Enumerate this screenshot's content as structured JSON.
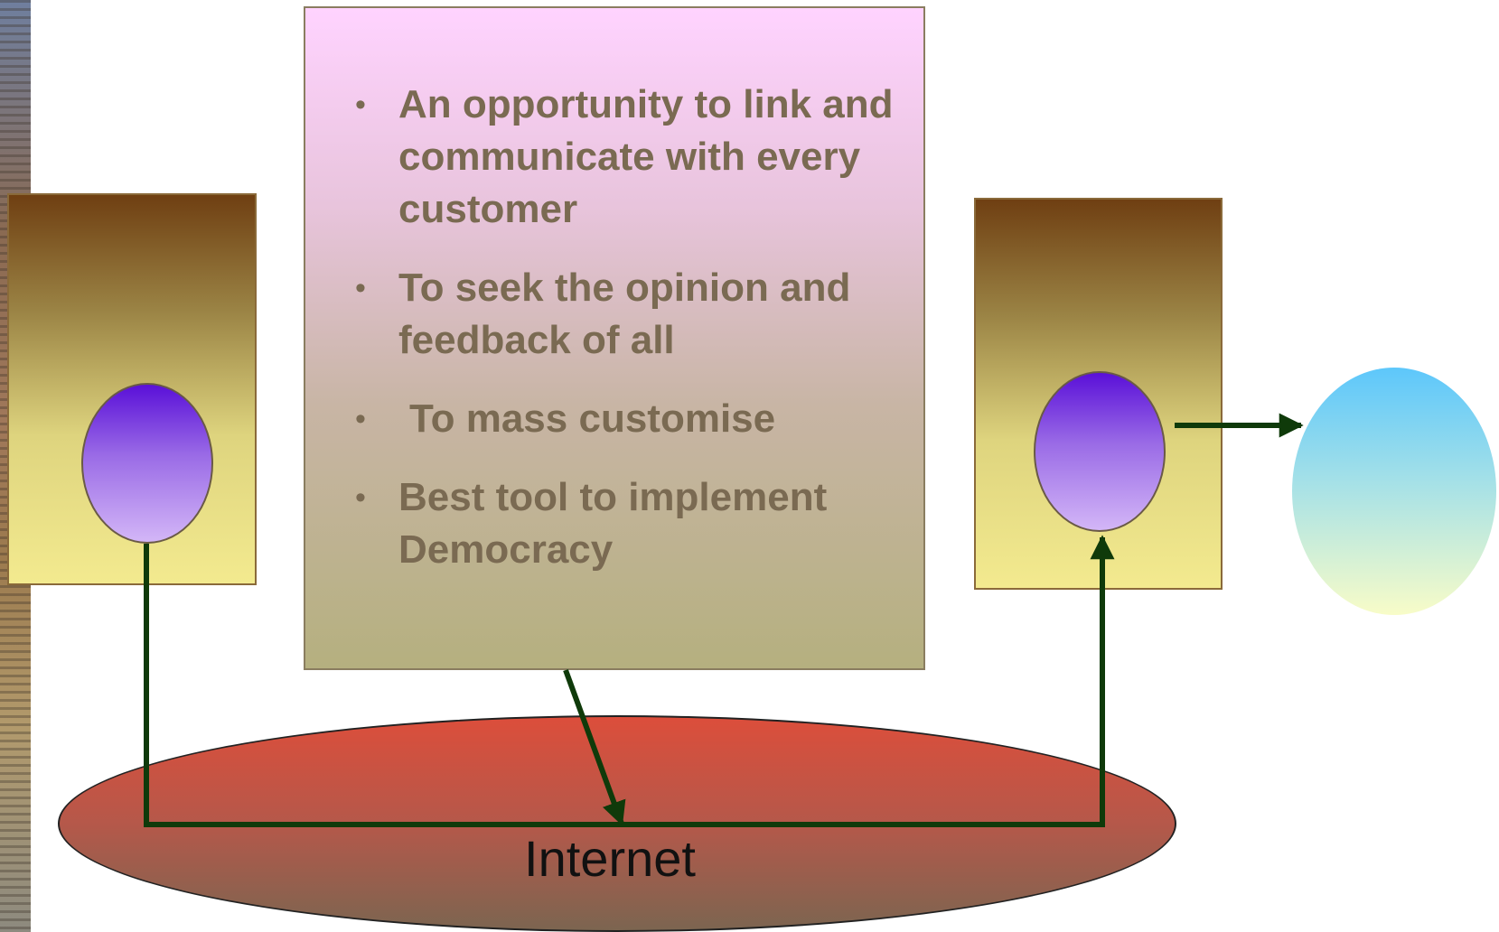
{
  "slide": {
    "bullets": [
      "An opportunity to link and communicate with every customer",
      "To seek the opinion and feedback of all",
      " To mass customise",
      "Best tool to implement Democracy"
    ],
    "bullet_glyph": "•",
    "network_label": "Internet"
  },
  "colors": {
    "bullet_text": "#7a6a52",
    "connector": "#0f3a0a",
    "panel_top": "#ffd3ff",
    "panel_bottom": "#b5b07f",
    "internet_top": "#dc4e3b",
    "orb_top": "#5a10d8",
    "target_top": "#5dc7fb"
  }
}
